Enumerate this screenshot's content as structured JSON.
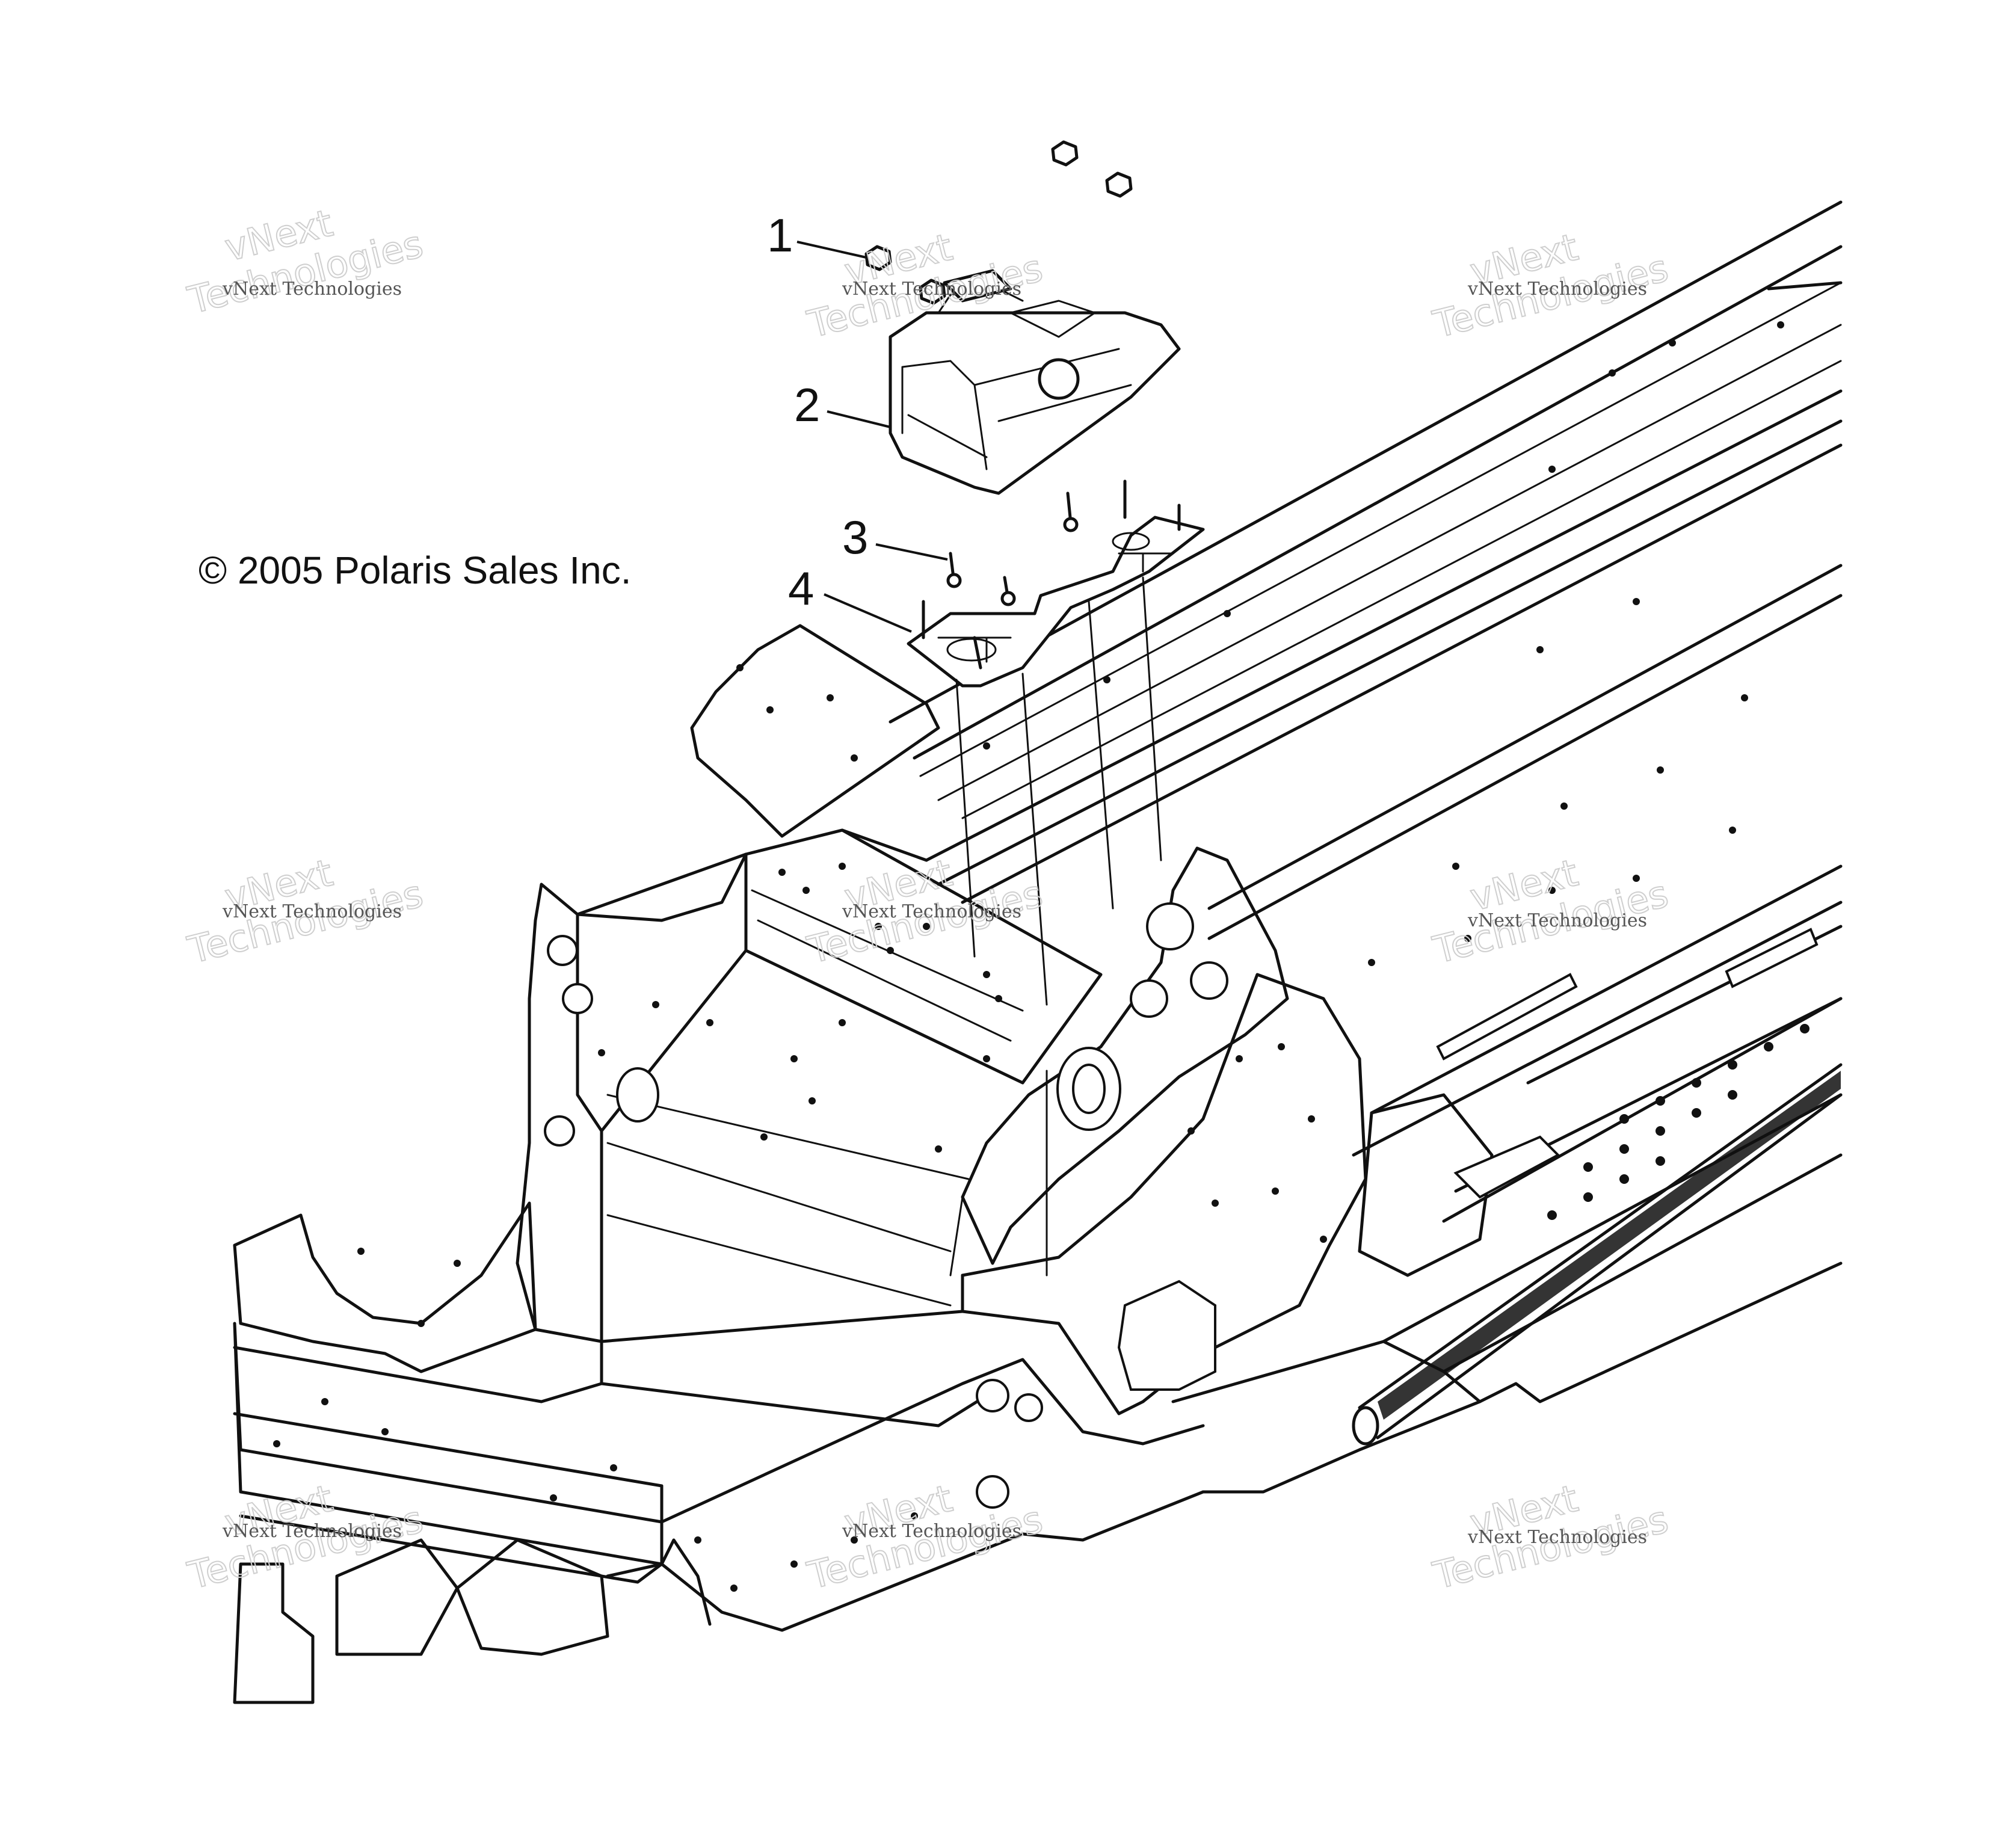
{
  "copyright": "© 2005 Polaris Sales Inc.",
  "callouts": [
    "1",
    "2",
    "3",
    "4"
  ],
  "watermark": {
    "small_text": "vNext Technologies",
    "big_line1": "vNext",
    "big_line2": "Technologies"
  },
  "colors": {
    "ink": "#111111",
    "watermark_outline": "#cfcfcf",
    "watermark_text": "#555555",
    "background": "#ffffff"
  }
}
